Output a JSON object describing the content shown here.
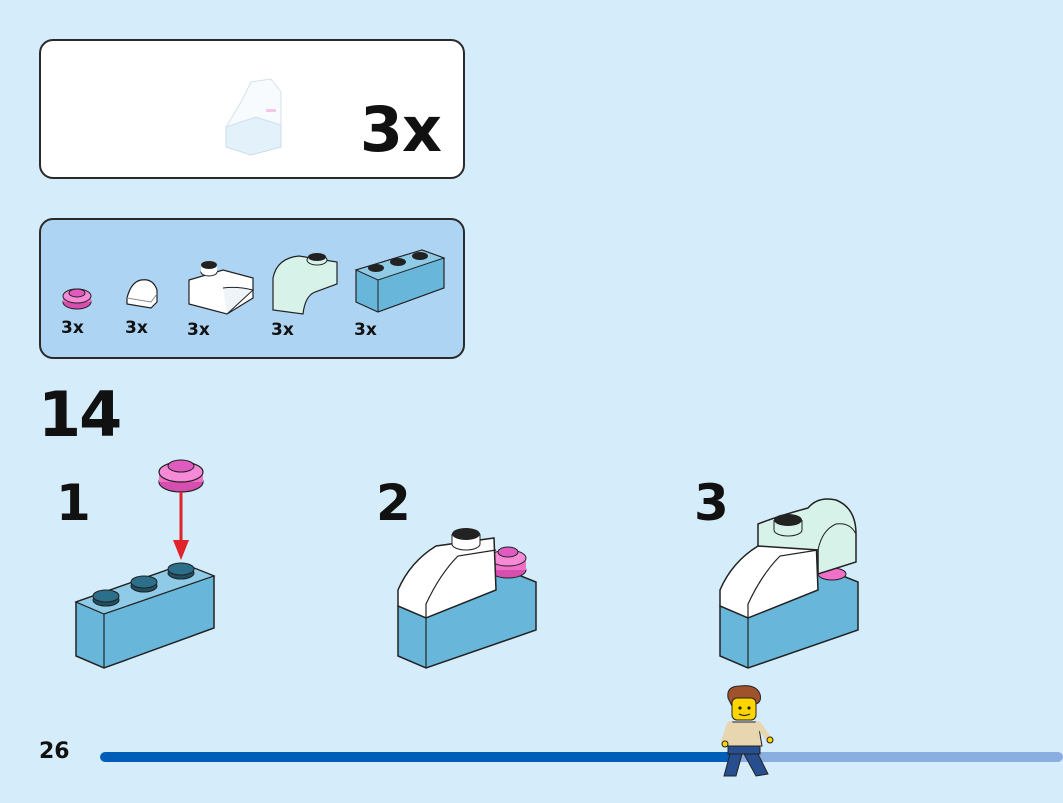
{
  "submodel": {
    "multiplier": "3x"
  },
  "parts": [
    {
      "name": "pink-round-plate",
      "qty": "3x",
      "color": "#f06fc8"
    },
    {
      "name": "white-curved-tile",
      "qty": "3x",
      "color": "#ffffff"
    },
    {
      "name": "white-inverted-slope",
      "qty": "3x",
      "color": "#ffffff"
    },
    {
      "name": "mint-curved-slope",
      "qty": "3x",
      "color": "#d7f2e8"
    },
    {
      "name": "blue-1x3-brick",
      "qty": "3x",
      "color": "#68b7da"
    }
  ],
  "step": {
    "number": "14"
  },
  "substeps": [
    {
      "number": "1"
    },
    {
      "number": "2"
    },
    {
      "number": "3"
    }
  ],
  "footer": {
    "page_number": "26",
    "progress": 0.66
  },
  "colors": {
    "background": "#d5ecfb",
    "parts_box": "#aed4f3",
    "progress_done": "#005eb8",
    "progress_rest": "#8aaee0"
  }
}
